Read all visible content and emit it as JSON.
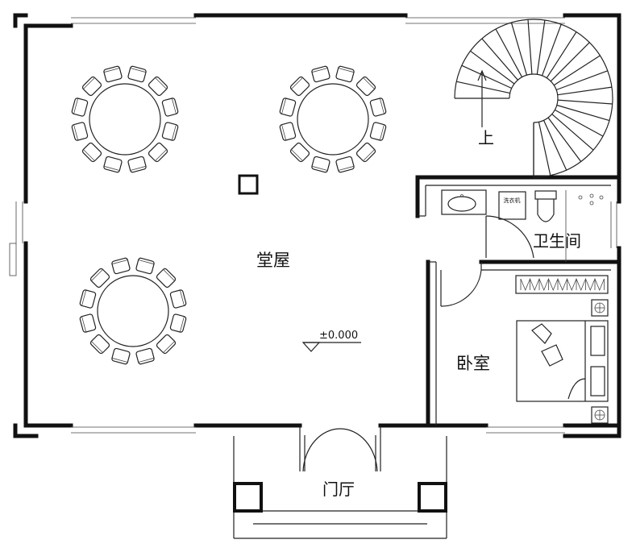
{
  "rooms": {
    "living_hall": "堂屋",
    "bathroom": "卫生间",
    "bedroom": "卧室",
    "entrance_hall": "门厅"
  },
  "stair_label": "上",
  "elevation": "±0.000",
  "washer_label": "洗衣机"
}
